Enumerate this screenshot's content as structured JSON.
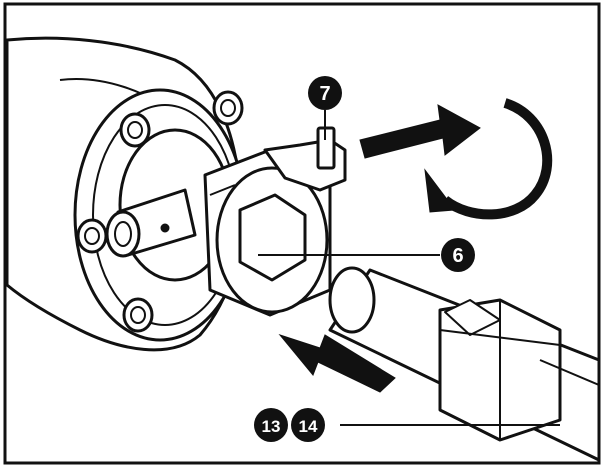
{
  "callouts": {
    "c7": "7",
    "c6": "6",
    "c13": "13",
    "c14": "14"
  },
  "colors": {
    "stroke": "#111111",
    "fill": "#ffffff",
    "badge": "#111111"
  }
}
